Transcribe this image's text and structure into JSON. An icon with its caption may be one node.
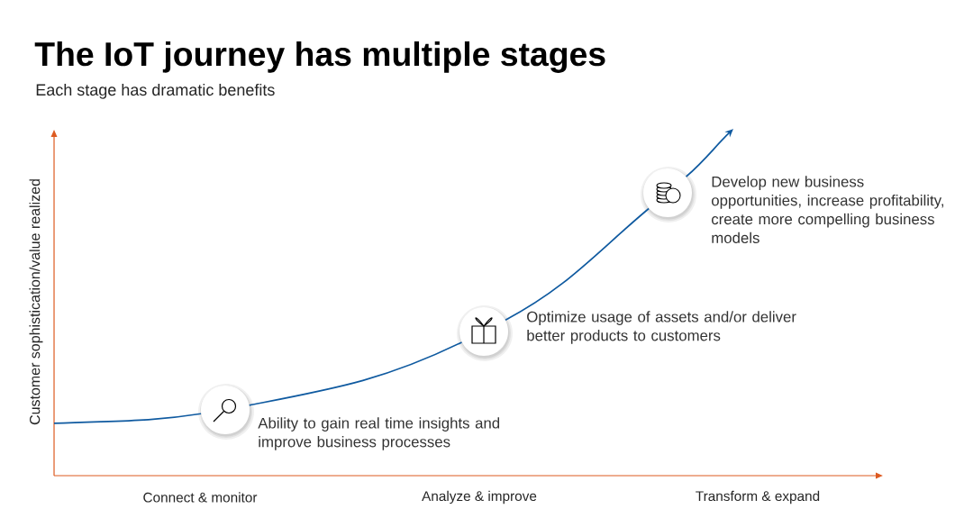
{
  "diagram": {
    "title": "The IoT journey has multiple stages",
    "nodes": [
      {
        "text": [],
        "shape": "circle",
        "beside": [
          "Ability to gain real time insights and improve business processes"
        ]
      },
      {
        "text": [],
        "shape": "circle",
        "beside": [
          "Optimize usage of assets and/or deliver better products to customers"
        ]
      },
      {
        "text": [],
        "shape": "circle",
        "beside": [
          "Develop new business opportunities, increase profitability, create more compelling business models"
        ]
      }
    ],
    "edges": [
      {
        "from": null,
        "to": 0,
        "arrow": "none"
      },
      {
        "from": 0,
        "to": 1,
        "arrow": "none"
      },
      {
        "from": 1,
        "to": 2,
        "arrow": "none"
      },
      {
        "from": 2,
        "to": null,
        "arrow": "to"
      }
    ],
    "labels": [
      "Each stage has dramatic benefits",
      "Customer sophistication/value realized",
      "Connect & monitor",
      "Analyze & improve",
      "Transform & expand"
    ]
  }
}
